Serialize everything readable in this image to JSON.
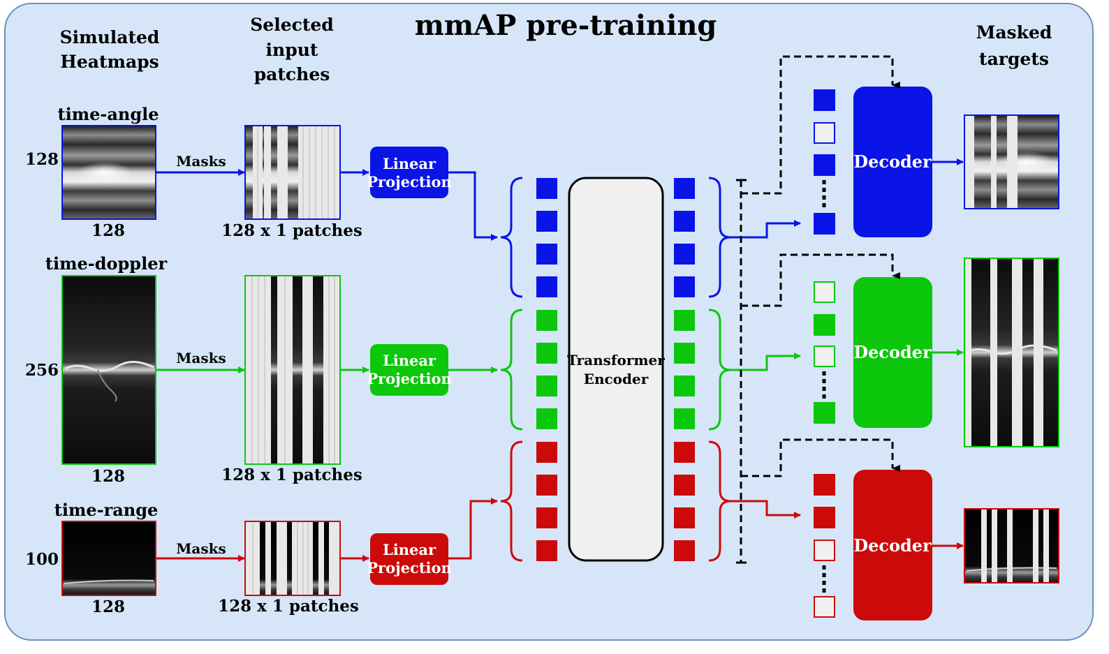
{
  "title": "mmAP pre-training",
  "headers": {
    "heatmaps_line1": "Simulated",
    "heatmaps_line2": "Heatmaps",
    "patches_line1": "Selected",
    "patches_line2": "input",
    "patches_line3": "patches",
    "targets_line1": "Masked",
    "targets_line2": "targets"
  },
  "rows": [
    {
      "name": "time-angle",
      "height_label": "128",
      "width_label": "128",
      "mask_label": "Masks",
      "patch_label": "128 x 1 patches",
      "projection_line1": "Linear",
      "projection_line2": "Projection",
      "decoder_label": "Decoder",
      "color": "#0a14e6",
      "decoder_slots": [
        "filled",
        "empty",
        "filled",
        "filled"
      ]
    },
    {
      "name": "time-doppler",
      "height_label": "256",
      "width_label": "128",
      "mask_label": "Masks",
      "patch_label": "128 x 1 patches",
      "projection_line1": "Linear",
      "projection_line2": "Projection",
      "decoder_label": "Decoder",
      "color": "#0cc70c",
      "decoder_slots": [
        "empty",
        "filled",
        "empty",
        "filled"
      ]
    },
    {
      "name": "time-range",
      "height_label": "100",
      "width_label": "128",
      "mask_label": "Masks",
      "patch_label": "128 x 1 patches",
      "projection_line1": "Linear",
      "projection_line2": "Projection",
      "decoder_label": "Decoder",
      "color": "#cc0a0a",
      "decoder_slots": [
        "filled",
        "filled",
        "empty",
        "empty"
      ]
    }
  ],
  "encoder": {
    "line1": "Transformer",
    "line2": "Encoder"
  },
  "colors": {
    "background": "#d6e6f8",
    "border": "#6f8fb5",
    "masked_patch": "#e8e8e8",
    "heatmap_dark": "#111111"
  }
}
